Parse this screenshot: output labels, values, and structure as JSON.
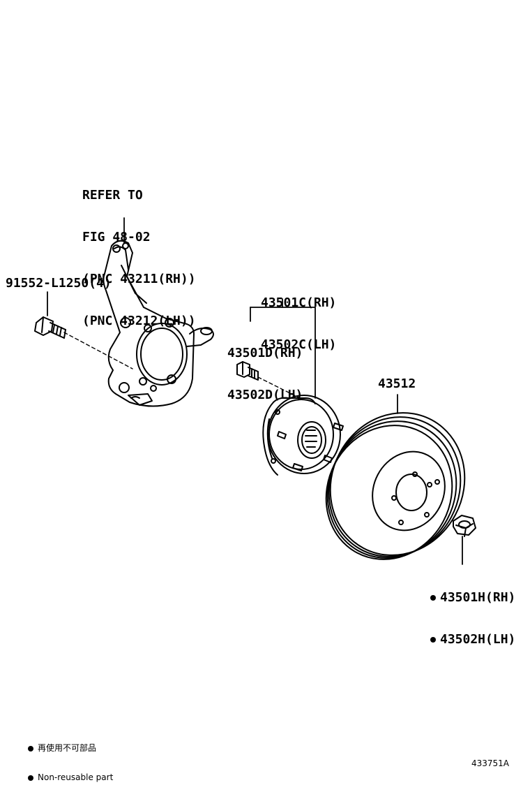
{
  "knuckle_ref": {
    "line1": "REFER TO",
    "line2": "FIG 48-02",
    "line3": "(PNC 43211(RH))",
    "line4": "(PNC 43212(LH))"
  },
  "bolt_label": "91552-L1250(4)",
  "hub_assy": {
    "rh": "43501C(RH)",
    "lh": "43502C(LH)"
  },
  "hub_bolt": {
    "rh": "43501D(RH)",
    "lh": "43502D(LH)"
  },
  "disc_label": "43512",
  "nut": {
    "rh": "43501H(RH)",
    "lh": "43502H(LH)"
  },
  "legend": {
    "jp": "再使用不可部品",
    "en": "Non-reusable part"
  },
  "figure_id": "433751A"
}
